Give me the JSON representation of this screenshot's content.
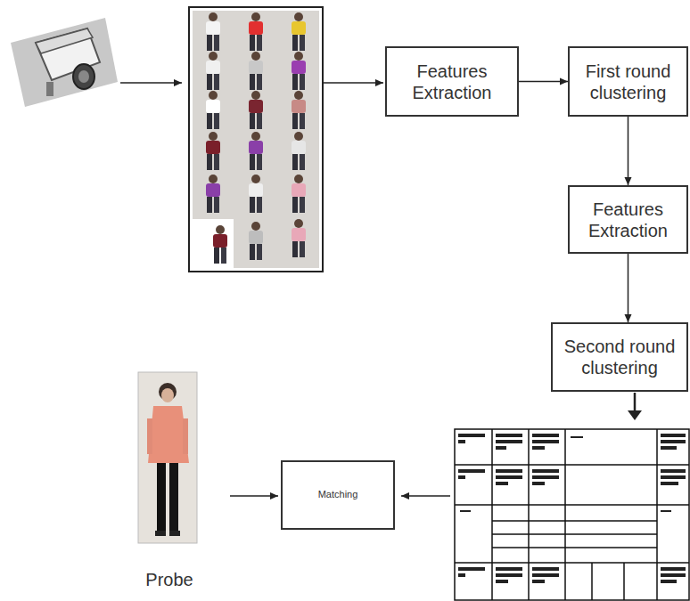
{
  "diagram": {
    "nodes": [
      {
        "text": [
          "Features Extraction"
        ]
      },
      {
        "text": [
          "First round clustering"
        ]
      },
      {
        "text": [
          "Features Extraction"
        ]
      },
      {
        "text": [
          "Second round clustering"
        ]
      },
      {
        "text": [
          "Matching"
        ]
      }
    ],
    "edges": [
      {
        "from": 0,
        "to": 1,
        "arrow": "to"
      },
      {
        "from": 1,
        "to": 2,
        "arrow": "to"
      },
      {
        "from": 2,
        "to": 3,
        "arrow": "to"
      }
    ],
    "labels": [
      "Probe"
    ]
  }
}
